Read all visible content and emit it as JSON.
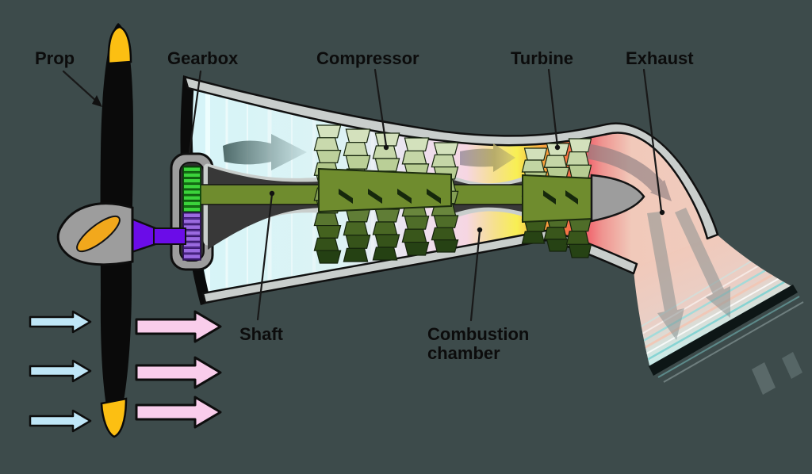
{
  "diagram": {
    "type": "turboprop-engine-cutaway",
    "labels": {
      "prop": "Prop",
      "gearbox": "Gearbox",
      "compressor": "Compressor",
      "turbine": "Turbine",
      "exhaust": "Exhaust",
      "shaft": "Shaft",
      "combustion_line1": "Combustion",
      "combustion_line2": "chamber"
    },
    "engine": {
      "compressor_stage_count": 5,
      "turbine_stage_count": 3,
      "inlet_air_arrow_count": 3,
      "prop_wash_arrow_count": 3
    },
    "colors": {
      "bg": "#3d4b4b",
      "casing": "#c9cecc",
      "outline": "#101010",
      "label_color": "#0c0c0c",
      "intake_cyan": "#d6f4f8",
      "compressor_pink": "#f6d6e2",
      "flame_yellow": "#f8ef53",
      "flame_orange": "#f8833f",
      "flame_red": "#f24f5e",
      "exhaust_salmon": "#f1c9ba",
      "exhaust_cyan": "#b0ecec",
      "drum_olive": "#6f8c2e",
      "housing_dark": "#383838",
      "gear_green": "#3bd33b",
      "gear_purple": "#9a6ae0",
      "shaft_purple": "#6b0ce8",
      "prop_black": "#0a0a0a",
      "prop_tip": "#fcbf12",
      "spinner_gray": "#9d9d9d",
      "arrow_blue": "#bfe6f7",
      "arrow_pink": "#f9cdeb",
      "flow_arrow_gray": "#808b8b",
      "blade_palette": [
        "#dae6c6",
        "#b4ca8e",
        "#7e9a4e",
        "#42601e",
        "#1c3810"
      ]
    }
  }
}
